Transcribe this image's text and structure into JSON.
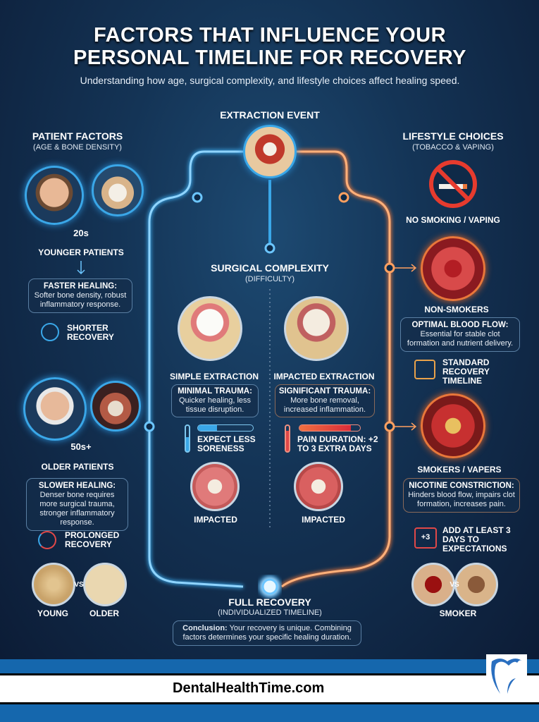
{
  "header": {
    "title_line1": "FACTORS THAT INFLUENCE YOUR",
    "title_line2": "PERSONAL TIMELINE FOR RECOVERY",
    "subtitle": "Understanding how age, surgical complexity, and lifestyle choices affect healing speed."
  },
  "center": {
    "event_label": "EXTRACTION EVENT",
    "complexity_title": "SURGICAL COMPLEXITY",
    "complexity_sub": "(DIFFICULTY)",
    "simple": {
      "label": "SIMPLE EXTRACTION",
      "box_title": "MINIMAL TRAUMA:",
      "box_text": "Quicker healing, less tissue disruption.",
      "meter_text": "EXPECT LESS SORENESS",
      "meter_level": 0.35,
      "image_label": "IMPACTED"
    },
    "impacted": {
      "label": "IMPACTED EXTRACTION",
      "box_title": "SIGNIFICANT TRAUMA:",
      "box_text": "More bone removal, increased inflammation.",
      "meter_text": "PAIN DURATION: +2 TO 3 EXTRA DAYS",
      "meter_level": 0.85,
      "image_label": "IMPACTED"
    },
    "recovery_title": "FULL RECOVERY",
    "recovery_sub": "(INDIVIDUALIZED TIMELINE)",
    "conclusion_bold": "Conclusion:",
    "conclusion_text": " Your recovery is unique. Combining factors determines your specific healing duration."
  },
  "patient": {
    "title": "PATIENT FACTORS",
    "subtitle": "(AGE & BONE DENSITY)",
    "young": {
      "age": "20s",
      "label": "YOUNGER PATIENTS",
      "box_title": "FASTER HEALING:",
      "box_text": "Softer bone density, robust inflammatory response.",
      "icon_text": "SHORTER RECOVERY"
    },
    "old": {
      "age": "50s+",
      "label": "OLDER PATIENTS",
      "box_title": "SLOWER HEALING:",
      "box_text": "Denser bone requires more surgical trauma, stronger inflammatory response.",
      "icon_text": "PROLONGED RECOVERY"
    },
    "compare": {
      "left": "YOUNG",
      "vs": "VS",
      "right": "OLDER"
    }
  },
  "lifestyle": {
    "title": "LIFESTYLE CHOICES",
    "subtitle": "(TOBACCO & VAPING)",
    "no_smoking": "NO SMOKING / VAPING",
    "non": {
      "label": "NON-SMOKERS",
      "box_title": "OPTIMAL BLOOD FLOW:",
      "box_text": "Essential for stable clot formation and nutrient delivery.",
      "icon_text": "STANDARD RECOVERY TIMELINE"
    },
    "smokers": {
      "label": "SMOKERS / VAPERS",
      "box_title": "NICOTINE CONSTRICTION:",
      "box_text": "Hinders blood flow, impairs clot formation, increases pain.",
      "icon_text": "ADD AT LEAST 3 DAYS TO EXPECTATIONS",
      "calendar_text": "+3"
    },
    "compare": {
      "vs": "VS",
      "label": "SMOKER"
    }
  },
  "footer": {
    "site": "DentalHealthTime.com"
  },
  "colors": {
    "blue_path": "#3aa7e8",
    "orange_path": "#e9773a",
    "footer_blue": "#1567ad"
  }
}
